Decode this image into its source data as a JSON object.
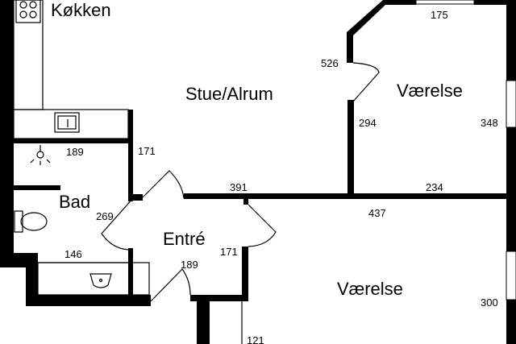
{
  "rooms": {
    "kitchen": "Køkken",
    "living": "Stue/Alrum",
    "bedroom_top": "Værelse",
    "bath": "Bad",
    "entry": "Entré",
    "bedroom_bottom": "Værelse"
  },
  "dimensions": {
    "top_right_width": "175",
    "living_door_left": "526",
    "bedroom_left_wall": "294",
    "bedroom_right_wall": "348",
    "bath_top": "189",
    "corridor_wall": "171",
    "living_bottom": "391",
    "bedroom_bottom_wall": "234",
    "bath_right": "269",
    "lower_bedroom_top": "437",
    "bath_bottom": "146",
    "entry_bottom": "189",
    "entry_right": "171",
    "lower_bedroom_right": "300",
    "bottom_corridor": "121"
  }
}
